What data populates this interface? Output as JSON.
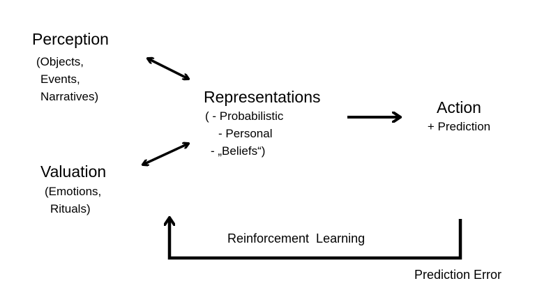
{
  "perception": {
    "title": "Perception",
    "items": [
      "(Objects,",
      "Events,",
      "Narratives)"
    ]
  },
  "valuation": {
    "title": "Valuation",
    "items": [
      "(Emotions,",
      "Rituals)"
    ]
  },
  "representations": {
    "title": "Representations",
    "items": [
      "( - Probabilistic",
      "- Personal",
      "- „Beliefs“)"
    ]
  },
  "action": {
    "title": "Action",
    "subtitle": "+ Prediction"
  },
  "feedback": {
    "learning_label": "Reinforcement  Learning",
    "error_label": "Prediction Error"
  }
}
